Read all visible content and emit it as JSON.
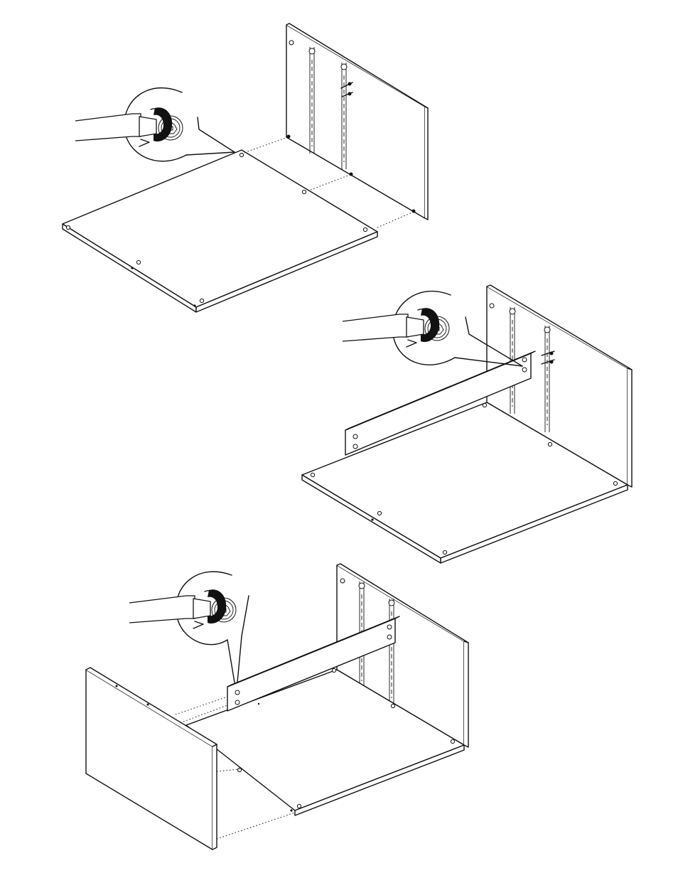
{
  "document": {
    "type": "assembly-instructions",
    "page_background": "#ffffff",
    "line_color": "#111111",
    "steps": [
      {
        "id": "step-1",
        "description_visible": false
      },
      {
        "id": "step-2",
        "description_visible": false
      },
      {
        "id": "step-3",
        "description_visible": false
      }
    ],
    "icons": [
      "screwdriver-icon",
      "cam-lock-icon",
      "magnifier-callout-icon",
      "dowel-icon"
    ]
  }
}
